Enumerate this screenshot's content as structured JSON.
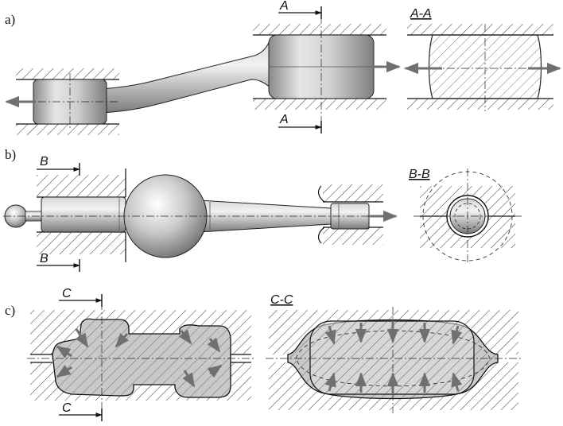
{
  "panels": [
    {
      "label": "a)",
      "section": "A",
      "section_view": "A-A"
    },
    {
      "label": "b)",
      "section": "B",
      "section_view": "B-B"
    },
    {
      "label": "c)",
      "section": "C",
      "section_view": "C-C"
    }
  ],
  "colors": {
    "hatch": "#222222",
    "part_fill": "#c8c8c8",
    "arrow": "#707070",
    "line": "#1a1a1a"
  }
}
